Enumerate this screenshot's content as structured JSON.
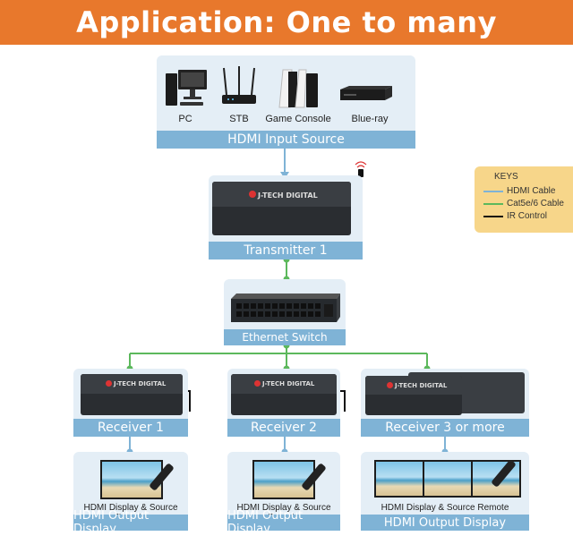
{
  "banner": {
    "title": "Application: One to many"
  },
  "input_source": {
    "devices": [
      {
        "icon": "pc-icon",
        "label": "PC"
      },
      {
        "icon": "stb-router-icon",
        "label": "STB"
      },
      {
        "icon": "game-console-icon",
        "label": "Game Console"
      },
      {
        "icon": "blu-ray-player-icon",
        "label": "Blue-ray"
      }
    ],
    "bar_label": "HDMI Input Source"
  },
  "transmitter": {
    "brand": "J-TECH DIGITAL",
    "bar_label": "Transmitter 1"
  },
  "switch": {
    "bar_label": "Ethernet Switch"
  },
  "receivers": [
    {
      "bar_label": "Receiver 1",
      "brand": "J-TECH DIGITAL"
    },
    {
      "bar_label": "Receiver 2",
      "brand": "J-TECH DIGITAL"
    },
    {
      "bar_label": "Receiver 3 or more",
      "brand": "J-TECH DIGITAL"
    }
  ],
  "outputs": [
    {
      "caption": "HDMI Display & Source Remote",
      "bar_label": "HDMI Output Display"
    },
    {
      "caption": "HDMI Display & Source Remote",
      "bar_label": "HDMI Output Display"
    },
    {
      "caption": "HDMI Display & Source Remote",
      "bar_label": "HDMI Output Display"
    }
  ],
  "keys": {
    "title": "KEYS",
    "items": [
      {
        "label": "HDMI Cable",
        "color": "#7fb3d6"
      },
      {
        "label": "Cat5e/6 Cable",
        "color": "#5cb85c"
      },
      {
        "label": "IR Control",
        "color": "#111111"
      }
    ]
  },
  "colors": {
    "banner": "#e8782c",
    "hdmi": "#7fb3d6",
    "cat": "#5cb85c",
    "keys_bg": "#f7d68a"
  }
}
